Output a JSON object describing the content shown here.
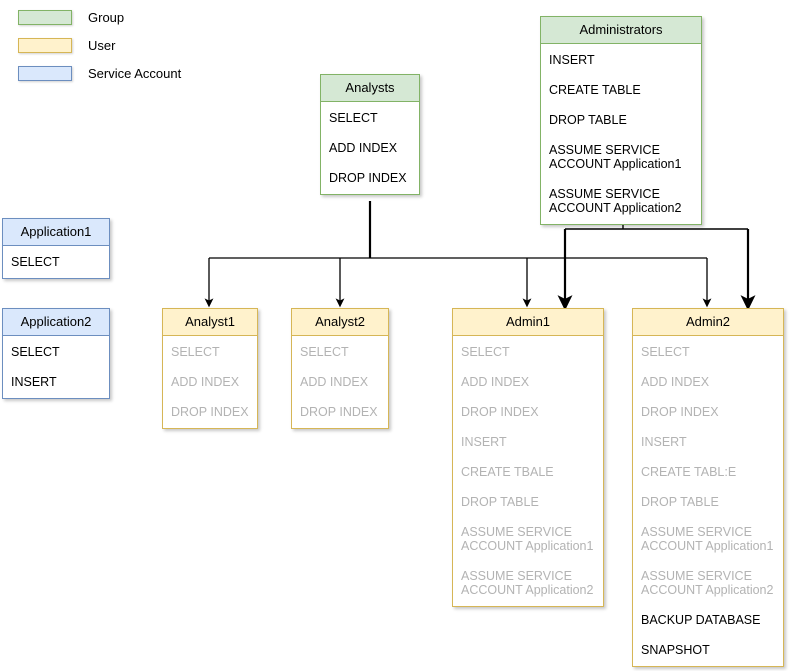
{
  "legend": {
    "items": [
      {
        "label": "Group",
        "color": "#d5e8d4",
        "border": "#82b366"
      },
      {
        "label": "User",
        "color": "#fff2cc",
        "border": "#d6b656"
      },
      {
        "label": "Service Account",
        "color": "#dae8fc",
        "border": "#6c8ebf"
      }
    ]
  },
  "colors": {
    "group_fill": "#d5e8d4",
    "group_border": "#82b366",
    "user_fill": "#fff2cc",
    "user_border": "#d6b656",
    "service_fill": "#dae8fc",
    "service_border": "#6c8ebf",
    "inherited_text": "#b3b3b3",
    "direct_text": "#000000",
    "edge": "#000000"
  },
  "nodes": {
    "analysts": {
      "title": "Analysts",
      "type": "group",
      "permissions": [
        {
          "label": "SELECT",
          "inherited": false
        },
        {
          "label": "ADD INDEX",
          "inherited": false
        },
        {
          "label": "DROP INDEX",
          "inherited": false
        }
      ]
    },
    "administrators": {
      "title": "Administrators",
      "type": "group",
      "permissions": [
        {
          "label": "INSERT",
          "inherited": false
        },
        {
          "label": "CREATE TABLE",
          "inherited": false
        },
        {
          "label": "DROP TABLE",
          "inherited": false
        },
        {
          "label": "ASSUME SERVICE\nACCOUNT Application1",
          "inherited": false
        },
        {
          "label": "ASSUME SERVICE\nACCOUNT Application2",
          "inherited": false
        }
      ]
    },
    "application1": {
      "title": "Application1",
      "type": "service",
      "permissions": [
        {
          "label": "SELECT",
          "inherited": false
        }
      ]
    },
    "application2": {
      "title": "Application2",
      "type": "service",
      "permissions": [
        {
          "label": "SELECT",
          "inherited": false
        },
        {
          "label": "INSERT",
          "inherited": false
        }
      ]
    },
    "analyst1": {
      "title": "Analyst1",
      "type": "user",
      "permissions": [
        {
          "label": "SELECT",
          "inherited": true
        },
        {
          "label": "ADD INDEX",
          "inherited": true
        },
        {
          "label": "DROP INDEX",
          "inherited": true
        }
      ]
    },
    "analyst2": {
      "title": "Analyst2",
      "type": "user",
      "permissions": [
        {
          "label": "SELECT",
          "inherited": true
        },
        {
          "label": "ADD INDEX",
          "inherited": true
        },
        {
          "label": "DROP INDEX",
          "inherited": true
        }
      ]
    },
    "admin1": {
      "title": "Admin1",
      "type": "user",
      "permissions": [
        {
          "label": "SELECT",
          "inherited": true
        },
        {
          "label": "ADD INDEX",
          "inherited": true
        },
        {
          "label": "DROP INDEX",
          "inherited": true
        },
        {
          "label": "INSERT",
          "inherited": true
        },
        {
          "label": "CREATE TBALE",
          "inherited": true
        },
        {
          "label": "DROP TABLE",
          "inherited": true
        },
        {
          "label": "ASSUME SERVICE\nACCOUNT Application1",
          "inherited": true
        },
        {
          "label": "ASSUME SERVICE\nACCOUNT Application2",
          "inherited": true
        }
      ]
    },
    "admin2": {
      "title": "Admin2",
      "type": "user",
      "permissions": [
        {
          "label": "SELECT",
          "inherited": true
        },
        {
          "label": "ADD INDEX",
          "inherited": true
        },
        {
          "label": "DROP INDEX",
          "inherited": true
        },
        {
          "label": "INSERT",
          "inherited": true
        },
        {
          "label": "CREATE TABL:E",
          "inherited": true
        },
        {
          "label": "DROP TABLE",
          "inherited": true
        },
        {
          "label": "ASSUME SERVICE\nACCOUNT Application1",
          "inherited": true
        },
        {
          "label": "ASSUME SERVICE\nACCOUNT Application2",
          "inherited": true
        },
        {
          "label": "BACKUP DATABASE",
          "inherited": false
        },
        {
          "label": "SNAPSHOT",
          "inherited": false
        }
      ]
    }
  },
  "edges": [
    {
      "from": "analysts",
      "to": "analyst1"
    },
    {
      "from": "analysts",
      "to": "analyst2"
    },
    {
      "from": "analysts",
      "to": "admin1"
    },
    {
      "from": "analysts",
      "to": "admin2"
    },
    {
      "from": "administrators",
      "to": "admin1"
    },
    {
      "from": "administrators",
      "to": "admin2"
    }
  ]
}
